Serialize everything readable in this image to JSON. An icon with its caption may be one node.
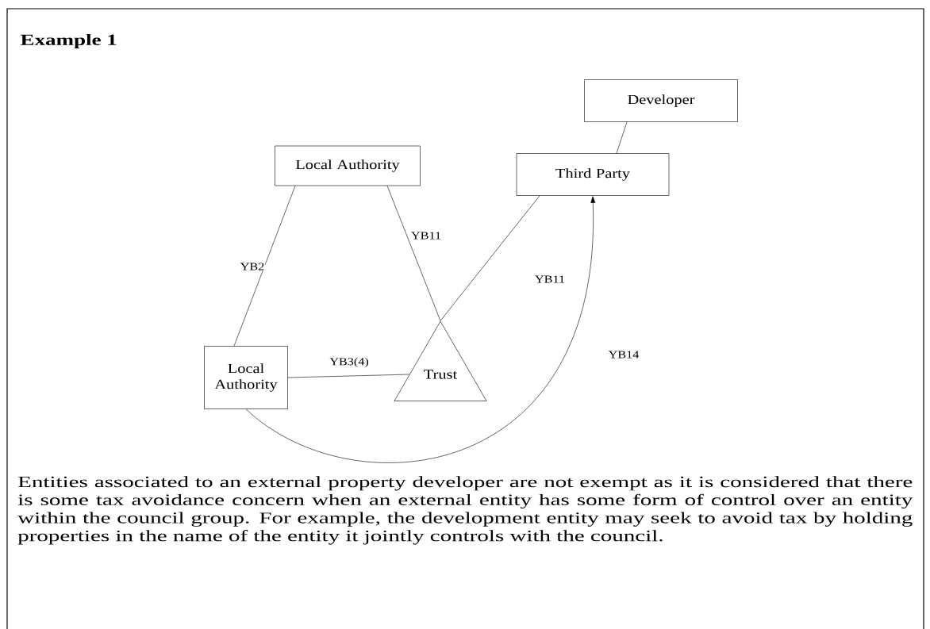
{
  "diagram": {
    "title": "Example 1",
    "caption": "Entities associated to an external property developer are not exempt as it is considered that there is some tax avoidance concern when an external entity has some form of control over an entity within the council group.  For example, the development entity may seek to avoid tax by holding properties in the name of the entity it jointly controls with the council.",
    "nodes": [
      {
        "text": [
          "Local Authority"
        ]
      },
      {
        "text": [
          "Developer"
        ]
      },
      {
        "text": [
          "Third Party"
        ]
      },
      {
        "text": [
          "Local Authority"
        ]
      },
      {
        "text": [
          "Trust"
        ]
      }
    ],
    "edges": [
      {
        "from": 3,
        "to": 0,
        "arrow": "none",
        "label": "YB2"
      },
      {
        "from": 0,
        "to": 4,
        "arrow": "none",
        "label": "YB11"
      },
      {
        "from": 2,
        "to": 4,
        "arrow": "none",
        "label": "YB11"
      },
      {
        "from": 3,
        "to": 4,
        "arrow": "none",
        "label": "YB3(4)"
      },
      {
        "from": 1,
        "to": 2,
        "arrow": "none"
      },
      {
        "from": 3,
        "to": 2,
        "arrow": "to",
        "label": "YB14"
      }
    ]
  }
}
